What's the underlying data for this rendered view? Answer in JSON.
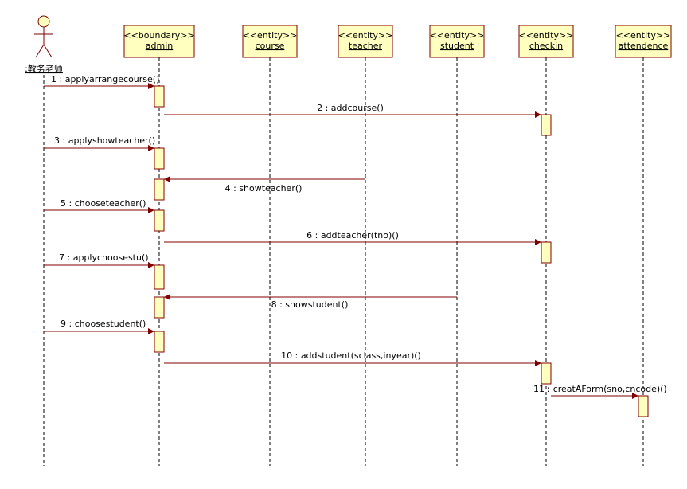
{
  "diagram": {
    "type": "sequence",
    "colors": {
      "box_fill": "#ffffc0",
      "box_stroke": "#800000",
      "arrow": "#800000",
      "lifeline": "#000000"
    },
    "actor": {
      "name": ":教务老师"
    },
    "participants": [
      {
        "stereotype": "<<boundary>>",
        "name": "admin"
      },
      {
        "stereotype": "<<entity>>",
        "name": "course"
      },
      {
        "stereotype": "<<entity>>",
        "name": "teacher"
      },
      {
        "stereotype": "<<entity>>",
        "name": "student"
      },
      {
        "stereotype": "<<entity>>",
        "name": "checkin"
      },
      {
        "stereotype": "<<entity>>",
        "name": "attendence"
      }
    ],
    "messages": [
      {
        "seq": 1,
        "text": "1 : applyarrangecourse()",
        "from": "actor",
        "to": "admin"
      },
      {
        "seq": 2,
        "text": "2 : addcourse()",
        "from": "admin",
        "to": "checkin"
      },
      {
        "seq": 3,
        "text": "3 : applyshowteacher()",
        "from": "actor",
        "to": "admin"
      },
      {
        "seq": 4,
        "text": "4 : showteacher()",
        "from": "teacher",
        "to": "admin"
      },
      {
        "seq": 5,
        "text": "5 : chooseteacher()",
        "from": "actor",
        "to": "admin"
      },
      {
        "seq": 6,
        "text": "6 : addteacher(tno)()",
        "from": "admin",
        "to": "checkin"
      },
      {
        "seq": 7,
        "text": "7 : applychoosestu()",
        "from": "actor",
        "to": "admin"
      },
      {
        "seq": 8,
        "text": "8 : showstudent()",
        "from": "student",
        "to": "admin"
      },
      {
        "seq": 9,
        "text": "9 : choosestudent()",
        "from": "actor",
        "to": "admin"
      },
      {
        "seq": 10,
        "text": "10 : addstudent(sclass,inyear)()",
        "from": "admin",
        "to": "checkin"
      },
      {
        "seq": 11,
        "text": "11 : creatAForm(sno,cncode)()",
        "from": "checkin",
        "to": "attendence"
      }
    ]
  }
}
